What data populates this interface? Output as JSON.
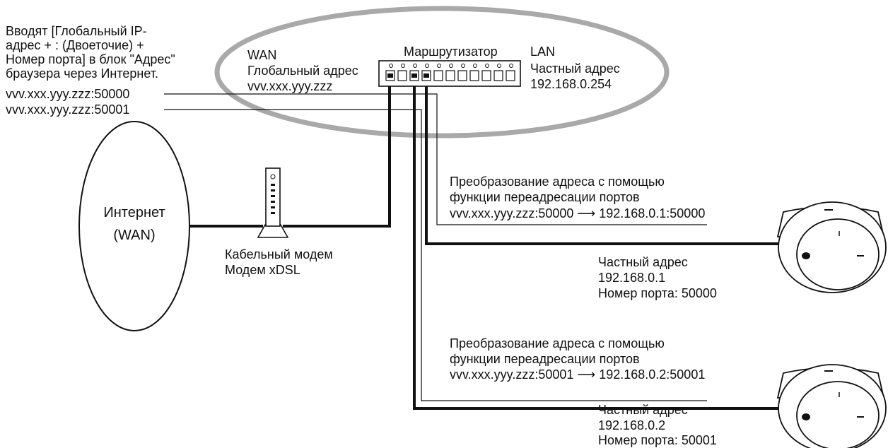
{
  "instruction": {
    "lines": [
      "Вводят [Глобальный IP-",
      "адрес + : (Двоеточие) +",
      "Номер порта] в блок \"Адрес\"",
      "браузера через Интернет."
    ],
    "addr1": "vvv.xxx.yyy.zzz:50000",
    "addr2": "vvv.xxx.yyy.zzz:50001"
  },
  "router": {
    "label": "Маршрутизатор",
    "wan_title": "WAN",
    "wan_label": "Глобальный адрес",
    "wan_ip": "vvv.xxx.yyy.zzz",
    "lan_title": "LAN",
    "lan_label": "Частный адрес",
    "lan_ip": "192.168.0.254"
  },
  "internet": {
    "line1": "Интернет",
    "line2": "(WAN)"
  },
  "modem": {
    "line1": "Кабельный модем",
    "line2": "Модем xDSL"
  },
  "forward1": {
    "line1": "Преобразование адреса с помощью",
    "line2": "функции переадресации портов",
    "line3": "vvv.xxx.yyy.zzz:50000 ⟶ 192.168.0.1:50000"
  },
  "camera1": {
    "label": "Частный адрес",
    "ip": "192.168.0.1",
    "port": "Номер порта: 50000"
  },
  "forward2": {
    "line1": "Преобразование адреса с помощью",
    "line2": "функции переадресации портов",
    "line3": "vvv.xxx.yyy.zzz:50001 ⟶ 192.168.0.2:50001"
  },
  "camera2": {
    "label": "Частный адрес",
    "ip": "192.168.0.2",
    "port": "Номер порта: 50001"
  }
}
